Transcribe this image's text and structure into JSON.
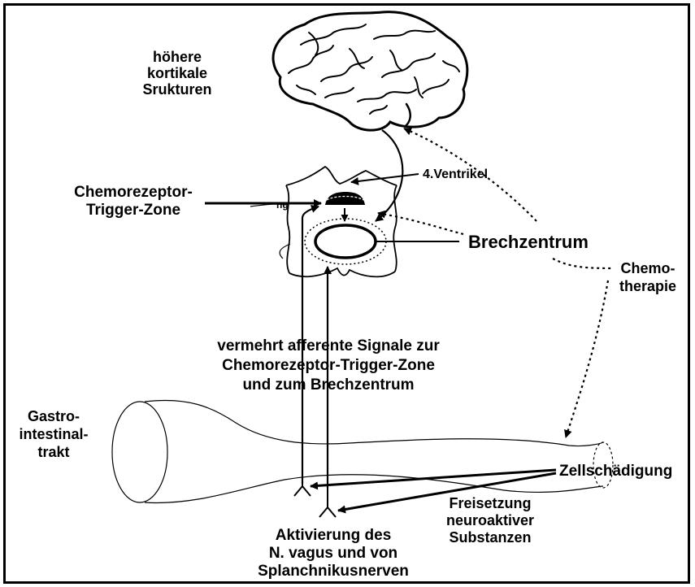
{
  "labels": {
    "higher_cortical": [
      "höhere",
      "kortikale",
      "Srukturen"
    ],
    "ventricle": "4.Ventrikel",
    "ctz": [
      "Chemorezeptor-",
      "Trigger-Zone"
    ],
    "ctz_abbrev": "ng",
    "vomiting_center": "Brechzentrum",
    "chemo": [
      "Chemo-",
      "therapie"
    ],
    "afferent": [
      "vermehrt afferente Signale zur",
      "Chemorezeptor-Trigger-Zone",
      "und zum Brechzentrum"
    ],
    "gi_tract": [
      "Gastro-",
      "intestinal-",
      "trakt"
    ],
    "cell_damage": "Zellschädigung",
    "release": [
      "Freisetzung",
      "neuroaktiver",
      "Substanzen"
    ],
    "activation": [
      "Aktivierung des",
      "N. vagus und von",
      "Splanchnikusnerven"
    ]
  },
  "colors": {
    "ink": "#000000",
    "paper": "#ffffff"
  }
}
